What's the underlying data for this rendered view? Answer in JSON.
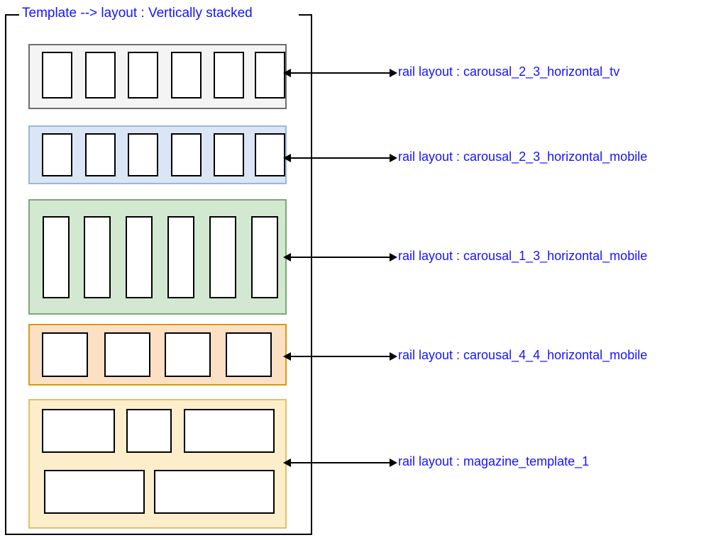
{
  "diagram": {
    "title": "Template --> layout : Vertically stacked",
    "label_prefix": "rail layout :",
    "accent_color": "#1414ff",
    "rails": [
      {
        "id": "carousal_2_3_horizontal_tv",
        "label": "rail layout :  carousal_2_3_horizontal_tv",
        "label_value": "carousal_2_3_horizontal_tv",
        "fill_color": "#f4f4f4",
        "border_color": "#6e6e6e",
        "tile_count": 6,
        "tile_shape": "portrait",
        "rows": 1
      },
      {
        "id": "carousal_2_3_horizontal_mobile",
        "label": "rail layout :  carousal_2_3_horizontal_mobile",
        "label_value": "carousal_2_3_horizontal_mobile",
        "fill_color": "#dae5f5",
        "border_color": "#9ab7dd",
        "tile_count": 6,
        "tile_shape": "portrait",
        "rows": 1
      },
      {
        "id": "carousal_1_3_horizontal_mobile",
        "label": "rail layout :  carousal_1_3_horizontal_mobile",
        "label_value": "carousal_1_3_horizontal_mobile",
        "fill_color": "#d3e8d0",
        "border_color": "#7aa878",
        "tile_count": 6,
        "tile_shape": "tall-portrait",
        "rows": 1
      },
      {
        "id": "carousal_4_4_horizontal_mobile",
        "label": "rail layout :  carousal_4_4_horizontal_mobile",
        "label_value": "carousal_4_4_horizontal_mobile",
        "fill_color": "#fbe0c4",
        "border_color": "#d99813",
        "tile_count": 4,
        "tile_shape": "square",
        "rows": 1
      },
      {
        "id": "magazine_template_1",
        "label": "rail layout :  magazine_template_1",
        "label_value": "magazine_template_1",
        "fill_color": "#fdeecb",
        "border_color": "#e0c069",
        "tile_count": 5,
        "tile_shape": "mixed-landscape",
        "rows": 2
      }
    ]
  }
}
